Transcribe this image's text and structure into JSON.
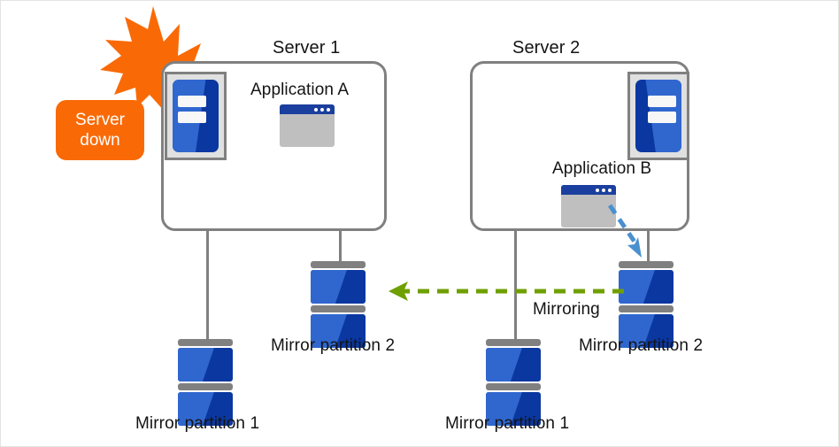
{
  "diagram": {
    "title_server1": "Server 1",
    "title_server2": "Server 2",
    "callout": {
      "line1": "Server",
      "line2": "down",
      "color": "#f96a07"
    },
    "server1": {
      "app_label": "Application A",
      "disk_left_label": "Mirror partition 1",
      "disk_right_label": "Mirror partition 2",
      "state": "down"
    },
    "server2": {
      "app_label": "Application B",
      "disk_left_label": "Mirror partition 1",
      "disk_right_label": "Mirror partition 2",
      "state": "active"
    },
    "mirroring_label": "Mirroring",
    "colors": {
      "accent_orange": "#f96a07",
      "disk_blue_light": "#3067cf",
      "disk_blue_dark": "#0a37a0",
      "titlebar_blue": "#1b3f9e",
      "mirror_arrow_green": "#6f9f00",
      "write_arrow_blue": "#4a90cf",
      "frame_gray": "#808080",
      "window_body_gray": "#bfbfbf"
    },
    "icons": {
      "server": "server-machine-icon",
      "app": "application-window-icon",
      "disk": "disk-partition-icon",
      "burst": "failure-burst-icon",
      "mirror_arrow": "mirroring-arrow-icon",
      "write_arrow": "write-arrow-icon"
    }
  }
}
